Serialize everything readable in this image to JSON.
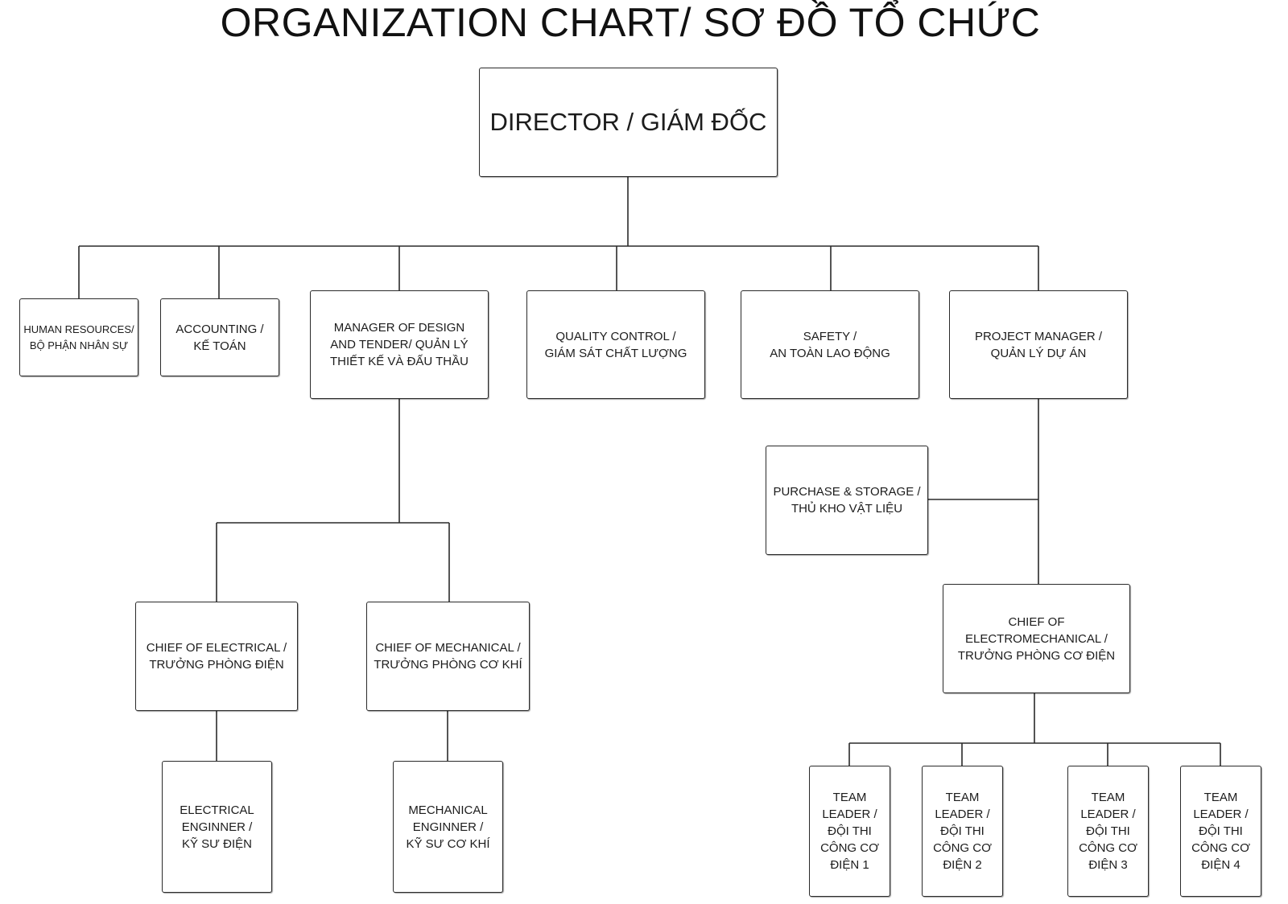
{
  "title": "ORGANIZATION CHART/ SƠ ĐỒ TỔ CHỨC",
  "nodes": {
    "director": "DIRECTOR / GIÁM ĐỐC",
    "human_resources": "HUMAN RESOURCES/\nBỘ PHẬN NHÂN SỰ",
    "accounting": "ACCOUNTING /\nKẾ TOÁN",
    "design_tender": "MANAGER OF DESIGN\nAND TENDER/ QUẢN LÝ\nTHIẾT KẾ VÀ ĐẤU THẦU",
    "quality_control": "QUALITY CONTROL /\nGIÁM SÁT CHẤT LƯỢNG",
    "safety": "SAFETY /\nAN TOÀN LAO ĐỘNG",
    "project_manager": "PROJECT MANAGER /\nQUẢN LÝ DỰ ÁN",
    "purchase_storage": "PURCHASE & STORAGE /\nTHỦ KHO VẬT LIỆU",
    "chief_electrical": "CHIEF OF ELECTRICAL /\nTRƯỞNG PHÒNG ĐIỆN",
    "chief_mechanical": "CHIEF OF MECHANICAL /\nTRƯỞNG PHÒNG CƠ KHÍ",
    "chief_electromechanical": "CHIEF OF\nELECTROMECHANICAL /\nTRƯỞNG PHÒNG CƠ ĐIỆN",
    "electrical_engineer": "ELECTRICAL\nENGINNER /\nKỸ SƯ ĐIỆN",
    "mechanical_engineer": "MECHANICAL\nENGINNER /\nKỸ SƯ CƠ KHÍ",
    "team_leader_1": "TEAM\nLEADER /\nĐỘI THI\nCÔNG CƠ\nĐIỆN 1",
    "team_leader_2": "TEAM\nLEADER /\nĐỘI THI\nCÔNG CƠ\nĐIỆN 2",
    "team_leader_3": "TEAM\nLEADER /\nĐỘI THI\nCÔNG CƠ\nĐIỆN 3",
    "team_leader_4": "TEAM\nLEADER /\nĐỘI THI\nCÔNG CƠ\nĐIỆN 4"
  },
  "edges": [
    [
      "director",
      "human_resources"
    ],
    [
      "director",
      "accounting"
    ],
    [
      "director",
      "design_tender"
    ],
    [
      "director",
      "quality_control"
    ],
    [
      "director",
      "safety"
    ],
    [
      "director",
      "project_manager"
    ],
    [
      "design_tender",
      "chief_electrical"
    ],
    [
      "design_tender",
      "chief_mechanical"
    ],
    [
      "chief_electrical",
      "electrical_engineer"
    ],
    [
      "chief_mechanical",
      "mechanical_engineer"
    ],
    [
      "project_manager",
      "purchase_storage"
    ],
    [
      "project_manager",
      "chief_electromechanical"
    ],
    [
      "chief_electromechanical",
      "team_leader_1"
    ],
    [
      "chief_electromechanical",
      "team_leader_2"
    ],
    [
      "chief_electromechanical",
      "team_leader_3"
    ],
    [
      "chief_electromechanical",
      "team_leader_4"
    ]
  ]
}
